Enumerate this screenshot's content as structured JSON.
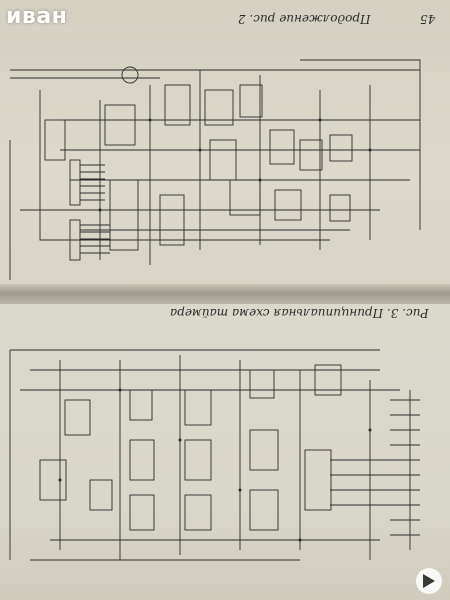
{
  "watermark": {
    "text": "иван"
  },
  "top_page": {
    "caption": "Продолжение рис. 2",
    "page_number": "45"
  },
  "bottom_page": {
    "caption": "Рис. 3. Принципиальная схема таймера"
  },
  "colors": {
    "paper": "#d9d6c9",
    "ink": "#2a2a2a",
    "gutter_shadow": "#9f9b8e",
    "background": "#3a3a34"
  },
  "logo": {
    "icon": "bazar-logo-icon"
  }
}
